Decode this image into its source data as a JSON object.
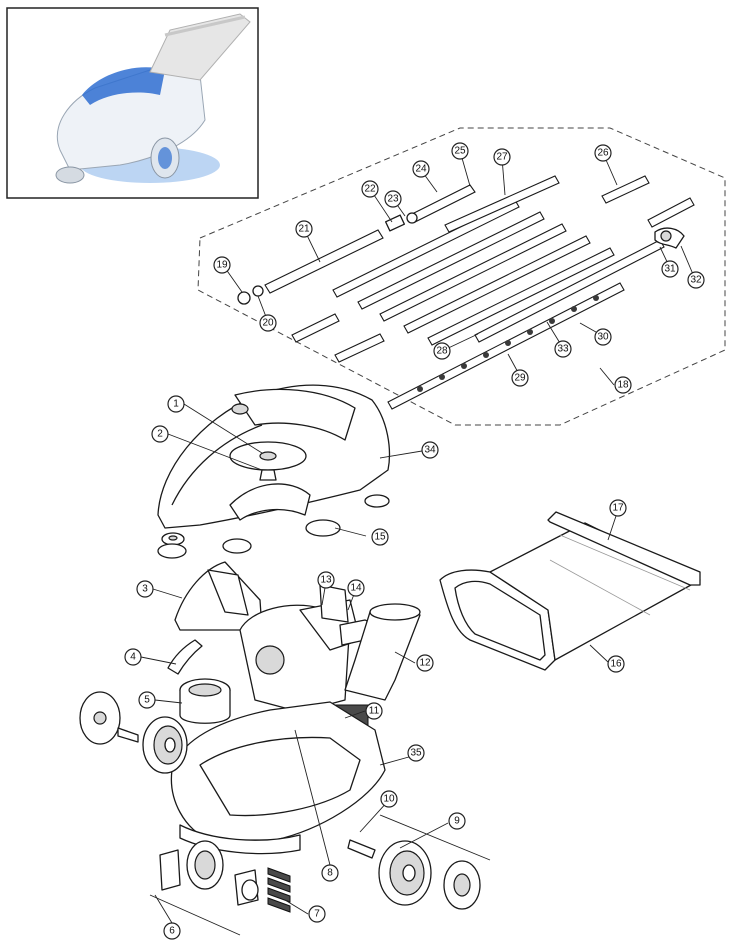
{
  "diagram": {
    "callouts": [
      "1",
      "2",
      "3",
      "4",
      "5",
      "6",
      "7",
      "8",
      "9",
      "10",
      "11",
      "12",
      "13",
      "14",
      "15",
      "16",
      "17",
      "18",
      "19",
      "20",
      "21",
      "22",
      "23",
      "24",
      "25",
      "26",
      "27",
      "28",
      "29",
      "30",
      "31",
      "32",
      "33",
      "34",
      "35"
    ]
  },
  "colors": {
    "line": "#1a1a1a",
    "photo_accent": "#2f6fd1"
  }
}
